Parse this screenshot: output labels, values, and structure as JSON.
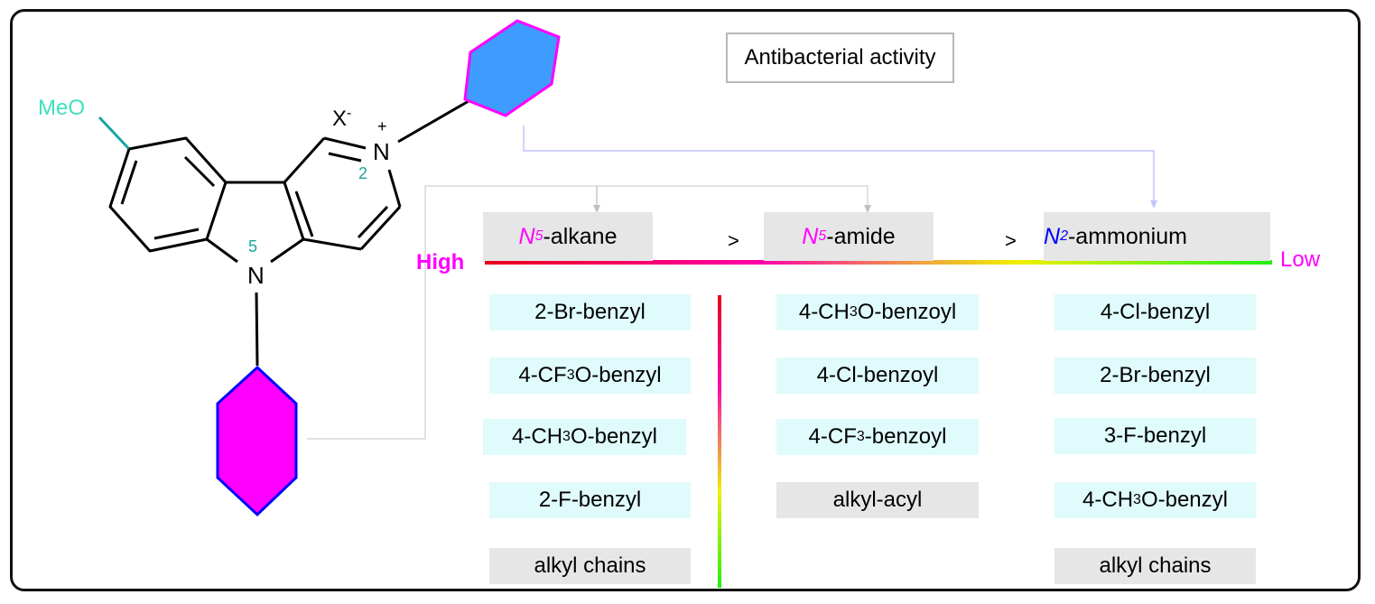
{
  "title": "Antibacterial activity",
  "molecule": {
    "substituent": "MeO",
    "counterion": "X",
    "counterion_charge": "-",
    "nitrogen_label": "N",
    "n2_charge": "+",
    "n2_locant": "2",
    "n5_locant": "5",
    "colors": {
      "methoxy": "#40e0c0",
      "locant": "#1aa5a0",
      "n2_ring_fill": "#3f9cff",
      "n2_ring_stroke": "#ff00ff",
      "n5_ring_fill": "#ff00ff",
      "n5_ring_stroke": "#0000ff"
    }
  },
  "scale": {
    "high_label": "High",
    "low_label": "Low",
    "separator": ">",
    "gradient_colors": [
      "#e8001a",
      "#ff00aa",
      "#f0a040",
      "#f0f000",
      "#20f010"
    ]
  },
  "categories": [
    {
      "prefix": "N",
      "superscript": "5",
      "suffix": "-alkane",
      "prefix_color": "#ff00ff",
      "items": [
        {
          "parts": [
            "2-Br-benzyl"
          ],
          "style": "cyan"
        },
        {
          "parts": [
            "4-CF",
            "3",
            "O-benzyl"
          ],
          "style": "cyan"
        },
        {
          "parts": [
            "4-CH",
            "3",
            "O-benzyl"
          ],
          "style": "cyan"
        },
        {
          "parts": [
            "2-F-benzyl"
          ],
          "style": "cyan"
        },
        {
          "parts": [
            "alkyl chains"
          ],
          "style": "grey"
        }
      ]
    },
    {
      "prefix": "N",
      "superscript": "5",
      "suffix": "-amide",
      "prefix_color": "#ff00ff",
      "items": [
        {
          "parts": [
            "4-CH",
            "3",
            "O-benzoyl"
          ],
          "style": "cyan"
        },
        {
          "parts": [
            "4-Cl-benzoyl"
          ],
          "style": "cyan"
        },
        {
          "parts": [
            "4-CF",
            "3",
            "-benzoyl"
          ],
          "style": "cyan"
        },
        {
          "parts": [
            "alkyl-acyl"
          ],
          "style": "grey"
        }
      ]
    },
    {
      "prefix": "N",
      "superscript": "2",
      "suffix": "-ammonium",
      "prefix_color": "#0000ff",
      "items": [
        {
          "parts": [
            "4-Cl-benzyl"
          ],
          "style": "cyan"
        },
        {
          "parts": [
            "2-Br-benzyl"
          ],
          "style": "cyan"
        },
        {
          "parts": [
            "3-F-benzyl"
          ],
          "style": "cyan"
        },
        {
          "parts": [
            "4-CH",
            "3",
            "O-benzyl"
          ],
          "style": "cyan"
        },
        {
          "parts": [
            "alkyl chains"
          ],
          "style": "grey"
        }
      ]
    }
  ]
}
